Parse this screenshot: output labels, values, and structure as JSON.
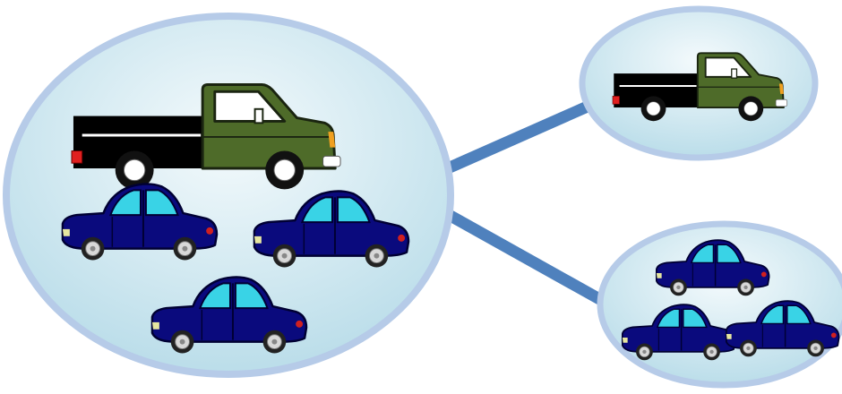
{
  "diagram": {
    "type": "set-partition",
    "groups": [
      {
        "role": "whole-set",
        "items": [
          "pickup-truck",
          "sedan",
          "sedan",
          "sedan"
        ]
      },
      {
        "role": "subset",
        "items": [
          "pickup-truck"
        ]
      },
      {
        "role": "subset",
        "items": [
          "sedan",
          "sedan",
          "sedan"
        ]
      }
    ],
    "connections": [
      {
        "from": "whole-set",
        "to": "subset-trucks"
      },
      {
        "from": "whole-set",
        "to": "subset-cars"
      }
    ]
  },
  "colors": {
    "bubble_fill_top": "#f4fafc",
    "bubble_fill_bottom": "#b6dbe8",
    "bubble_border": "#b6cbe8",
    "connector": "#4f81bd",
    "truck_bed": "#000000",
    "truck_cab": "#4e6b29",
    "car_body": "#0a0a7d",
    "car_window": "#39d3e6",
    "wheel_tire": "#1a1a1a",
    "wheel_rim": "#d8d8d8"
  },
  "icons": [
    "pickup-truck-icon",
    "sedan-car-icon"
  ]
}
